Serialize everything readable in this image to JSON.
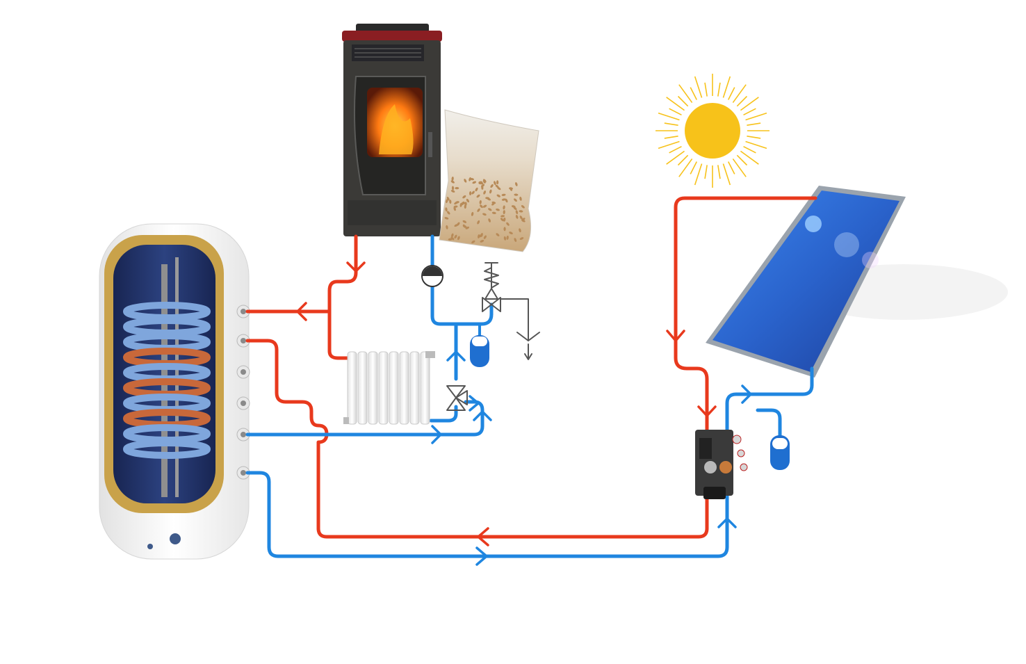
{
  "colors": {
    "hot_pipe": "#e8391d",
    "cold_pipe": "#1f86e0",
    "tank_shell": "#f4f4f4",
    "tank_inner": "#1e2f66",
    "tank_trim": "#c9a24a",
    "stove_body": "#3b3a37",
    "stove_top": "#8a1e22",
    "sun": "#f7c21a",
    "panel_glass": "#2f6fd6",
    "panel_frame": "#8e96a0"
  },
  "components": [
    {
      "id": "pellet-stove",
      "icon": "stove-icon"
    },
    {
      "id": "pellet-bag",
      "icon": "bag-icon"
    },
    {
      "id": "water-heater-tank",
      "icon": "tank-icon"
    },
    {
      "id": "radiator",
      "icon": "radiator-icon"
    },
    {
      "id": "circulation-pump",
      "icon": "pump-icon"
    },
    {
      "id": "safety-valve",
      "icon": "valve-icon"
    },
    {
      "id": "expansion-vessel",
      "icon": "vessel-icon"
    },
    {
      "id": "three-way-valve",
      "icon": "mixing-valve-icon"
    },
    {
      "id": "drain",
      "icon": "drain-icon"
    },
    {
      "id": "sun",
      "icon": "sun-icon"
    },
    {
      "id": "solar-collector",
      "icon": "solar-panel-icon"
    },
    {
      "id": "solar-pump-station",
      "icon": "pump-station-icon"
    },
    {
      "id": "solar-expansion-vessel",
      "icon": "vessel-icon"
    }
  ]
}
